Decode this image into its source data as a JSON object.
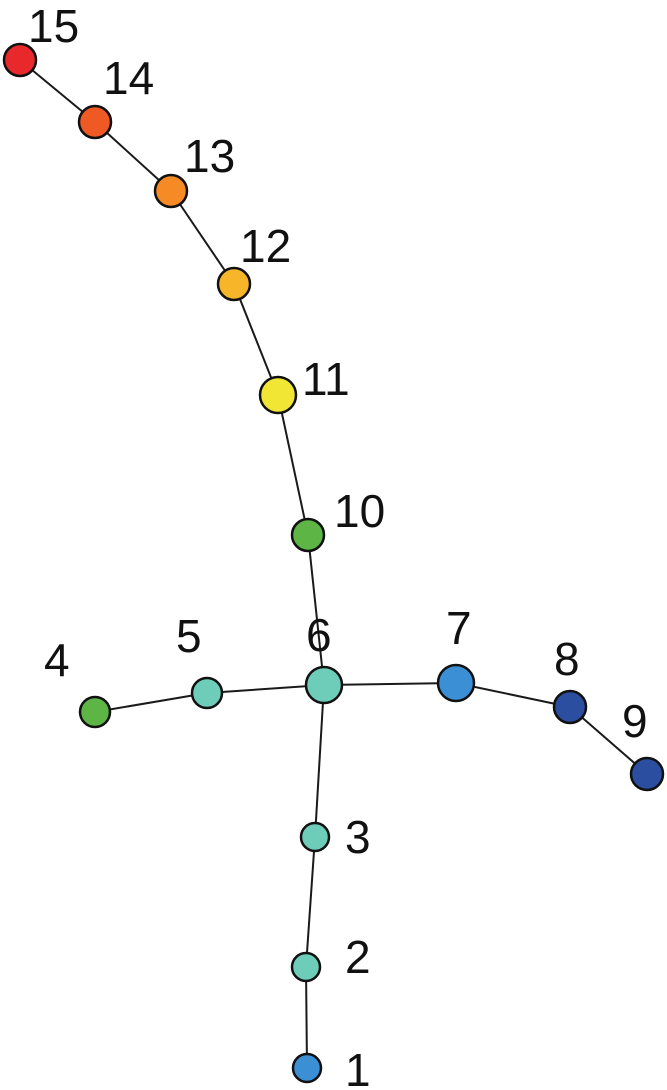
{
  "diagram": {
    "nodes": [
      {
        "id": "1",
        "label": "1",
        "color": "#3b8fd4"
      },
      {
        "id": "2",
        "label": "2",
        "color": "#6ecdb9"
      },
      {
        "id": "3",
        "label": "3",
        "color": "#6ecdb9"
      },
      {
        "id": "4",
        "label": "4",
        "color": "#5cb545"
      },
      {
        "id": "5",
        "label": "5",
        "color": "#6ecdb9"
      },
      {
        "id": "6",
        "label": "6",
        "color": "#6ecdb9"
      },
      {
        "id": "7",
        "label": "7",
        "color": "#3b8fd4"
      },
      {
        "id": "8",
        "label": "8",
        "color": "#2c4ea0"
      },
      {
        "id": "9",
        "label": "9",
        "color": "#2c4ea0"
      },
      {
        "id": "10",
        "label": "10",
        "color": "#5cb545"
      },
      {
        "id": "11",
        "label": "11",
        "color": "#f2e634"
      },
      {
        "id": "12",
        "label": "12",
        "color": "#f7b52a"
      },
      {
        "id": "13",
        "label": "13",
        "color": "#f68a25"
      },
      {
        "id": "14",
        "label": "14",
        "color": "#ef5a24"
      },
      {
        "id": "15",
        "label": "15",
        "color": "#e8282a"
      }
    ],
    "edges": [
      [
        "15",
        "14"
      ],
      [
        "14",
        "13"
      ],
      [
        "13",
        "12"
      ],
      [
        "12",
        "11"
      ],
      [
        "11",
        "10"
      ],
      [
        "10",
        "6"
      ],
      [
        "4",
        "5"
      ],
      [
        "5",
        "6"
      ],
      [
        "6",
        "7"
      ],
      [
        "7",
        "8"
      ],
      [
        "8",
        "9"
      ],
      [
        "6",
        "3"
      ],
      [
        "3",
        "2"
      ],
      [
        "2",
        "1"
      ]
    ]
  }
}
